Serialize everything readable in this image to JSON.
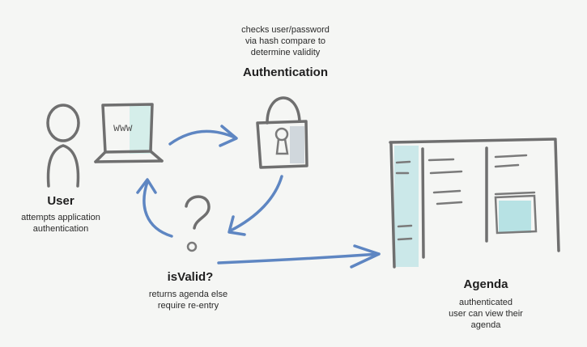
{
  "nodes": {
    "authentication": {
      "title": "Authentication",
      "description_lines": [
        "checks user/password",
        "via hash compare to",
        "determine validity"
      ]
    },
    "user": {
      "title": "User",
      "description_lines": [
        "attempts application",
        "authentication"
      ]
    },
    "is_valid": {
      "title": "isValid?",
      "description_lines": [
        "returns agenda else",
        "require re-entry"
      ]
    },
    "agenda": {
      "title": "Agenda",
      "description_lines": [
        "authenticated",
        "user can view their",
        "agenda"
      ]
    }
  },
  "icons": {
    "user": "person-icon",
    "laptop": "laptop-icon",
    "laptop_screen_text": "www",
    "lock": "padlock-icon",
    "question": "question-mark-icon",
    "agenda": "calendar-icon"
  },
  "colors": {
    "arrow": "#5e86c2",
    "sketch": "#6f6f6f",
    "highlight": "#a8dde0",
    "background": "#f5f6f4"
  }
}
